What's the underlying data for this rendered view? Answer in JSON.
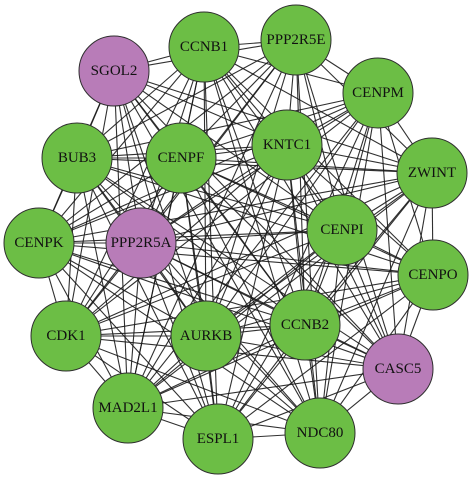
{
  "colors": {
    "default_node": "#6CBE45",
    "highlight_node": "#B87CB8",
    "edge": "#1a1a1a"
  },
  "nodes": [
    {
      "id": "SGOL2",
      "label": "SGOL2",
      "group": "highlight"
    },
    {
      "id": "CCNB1",
      "label": "CCNB1",
      "group": "default"
    },
    {
      "id": "PPP2R5E",
      "label": "PPP2R5E",
      "group": "default"
    },
    {
      "id": "CENPM",
      "label": "CENPM",
      "group": "default"
    },
    {
      "id": "BUB3",
      "label": "BUB3",
      "group": "default"
    },
    {
      "id": "CENPF",
      "label": "CENPF",
      "group": "default"
    },
    {
      "id": "KNTC1",
      "label": "KNTC1",
      "group": "default"
    },
    {
      "id": "ZWINT",
      "label": "ZWINT",
      "group": "default"
    },
    {
      "id": "CENPK",
      "label": "CENPK",
      "group": "default"
    },
    {
      "id": "PPP2R5A",
      "label": "PPP2R5A",
      "group": "highlight"
    },
    {
      "id": "CENPI",
      "label": "CENPI",
      "group": "default"
    },
    {
      "id": "CENPO",
      "label": "CENPO",
      "group": "default"
    },
    {
      "id": "CDK1",
      "label": "CDK1",
      "group": "default"
    },
    {
      "id": "AURKB",
      "label": "AURKB",
      "group": "default"
    },
    {
      "id": "CCNB2",
      "label": "CCNB2",
      "group": "default"
    },
    {
      "id": "CASC5",
      "label": "CASC5",
      "group": "highlight"
    },
    {
      "id": "MAD2L1",
      "label": "MAD2L1",
      "group": "default"
    },
    {
      "id": "ESPL1",
      "label": "ESPL1",
      "group": "default"
    },
    {
      "id": "NDC80",
      "label": "NDC80",
      "group": "default"
    }
  ],
  "edges": [
    [
      "SGOL2",
      "CCNB1"
    ],
    [
      "SGOL2",
      "PPP2R5E"
    ],
    [
      "SGOL2",
      "CENPF"
    ],
    [
      "SGOL2",
      "KNTC1"
    ],
    [
      "SGOL2",
      "BUB3"
    ],
    [
      "SGOL2",
      "CENPK"
    ],
    [
      "SGOL2",
      "PPP2R5A"
    ],
    [
      "SGOL2",
      "CDK1"
    ],
    [
      "SGOL2",
      "AURKB"
    ],
    [
      "SGOL2",
      "CCNB2"
    ],
    [
      "SGOL2",
      "MAD2L1"
    ],
    [
      "SGOL2",
      "ESPL1"
    ],
    [
      "SGOL2",
      "NDC80"
    ],
    [
      "SGOL2",
      "CENPI"
    ],
    [
      "SGOL2",
      "ZWINT"
    ],
    [
      "SGOL2",
      "CASC5"
    ],
    [
      "CCNB1",
      "PPP2R5E"
    ],
    [
      "CCNB1",
      "CENPM"
    ],
    [
      "CCNB1",
      "BUB3"
    ],
    [
      "CCNB1",
      "CENPF"
    ],
    [
      "CCNB1",
      "KNTC1"
    ],
    [
      "CCNB1",
      "ZWINT"
    ],
    [
      "CCNB1",
      "CENPK"
    ],
    [
      "CCNB1",
      "PPP2R5A"
    ],
    [
      "CCNB1",
      "CENPI"
    ],
    [
      "CCNB1",
      "CDK1"
    ],
    [
      "CCNB1",
      "AURKB"
    ],
    [
      "CCNB1",
      "CCNB2"
    ],
    [
      "CCNB1",
      "CASC5"
    ],
    [
      "CCNB1",
      "MAD2L1"
    ],
    [
      "CCNB1",
      "ESPL1"
    ],
    [
      "CCNB1",
      "NDC80"
    ],
    [
      "CCNB1",
      "CENPO"
    ],
    [
      "PPP2R5E",
      "CENPM"
    ],
    [
      "PPP2R5E",
      "BUB3"
    ],
    [
      "PPP2R5E",
      "CENPF"
    ],
    [
      "PPP2R5E",
      "KNTC1"
    ],
    [
      "PPP2R5E",
      "ZWINT"
    ],
    [
      "PPP2R5E",
      "PPP2R5A"
    ],
    [
      "PPP2R5E",
      "CENPI"
    ],
    [
      "PPP2R5E",
      "AURKB"
    ],
    [
      "PPP2R5E",
      "CCNB2"
    ],
    [
      "PPP2R5E",
      "CDK1"
    ],
    [
      "PPP2R5E",
      "MAD2L1"
    ],
    [
      "PPP2R5E",
      "CENPK"
    ],
    [
      "PPP2R5E",
      "CASC5"
    ],
    [
      "PPP2R5E",
      "NDC80"
    ],
    [
      "CENPM",
      "BUB3"
    ],
    [
      "CENPM",
      "CENPF"
    ],
    [
      "CENPM",
      "KNTC1"
    ],
    [
      "CENPM",
      "ZWINT"
    ],
    [
      "CENPM",
      "CENPK"
    ],
    [
      "CENPM",
      "PPP2R5A"
    ],
    [
      "CENPM",
      "CENPI"
    ],
    [
      "CENPM",
      "CENPO"
    ],
    [
      "CENPM",
      "CDK1"
    ],
    [
      "CENPM",
      "AURKB"
    ],
    [
      "CENPM",
      "CCNB2"
    ],
    [
      "CENPM",
      "CASC5"
    ],
    [
      "CENPM",
      "MAD2L1"
    ],
    [
      "CENPM",
      "ESPL1"
    ],
    [
      "CENPM",
      "NDC80"
    ],
    [
      "BUB3",
      "CENPF"
    ],
    [
      "BUB3",
      "KNTC1"
    ],
    [
      "BUB3",
      "ZWINT"
    ],
    [
      "BUB3",
      "CENPK"
    ],
    [
      "BUB3",
      "PPP2R5A"
    ],
    [
      "BUB3",
      "CENPI"
    ],
    [
      "BUB3",
      "CENPO"
    ],
    [
      "BUB3",
      "CDK1"
    ],
    [
      "BUB3",
      "AURKB"
    ],
    [
      "BUB3",
      "CCNB2"
    ],
    [
      "BUB3",
      "CASC5"
    ],
    [
      "BUB3",
      "MAD2L1"
    ],
    [
      "BUB3",
      "ESPL1"
    ],
    [
      "BUB3",
      "NDC80"
    ],
    [
      "CENPF",
      "KNTC1"
    ],
    [
      "CENPF",
      "ZWINT"
    ],
    [
      "CENPF",
      "CENPK"
    ],
    [
      "CENPF",
      "PPP2R5A"
    ],
    [
      "CENPF",
      "CENPI"
    ],
    [
      "CENPF",
      "CENPO"
    ],
    [
      "CENPF",
      "CDK1"
    ],
    [
      "CENPF",
      "AURKB"
    ],
    [
      "CENPF",
      "CCNB2"
    ],
    [
      "CENPF",
      "CASC5"
    ],
    [
      "CENPF",
      "MAD2L1"
    ],
    [
      "CENPF",
      "ESPL1"
    ],
    [
      "CENPF",
      "NDC80"
    ],
    [
      "KNTC1",
      "ZWINT"
    ],
    [
      "KNTC1",
      "CENPK"
    ],
    [
      "KNTC1",
      "PPP2R5A"
    ],
    [
      "KNTC1",
      "CENPI"
    ],
    [
      "KNTC1",
      "CENPO"
    ],
    [
      "KNTC1",
      "CDK1"
    ],
    [
      "KNTC1",
      "AURKB"
    ],
    [
      "KNTC1",
      "CCNB2"
    ],
    [
      "KNTC1",
      "CASC5"
    ],
    [
      "KNTC1",
      "MAD2L1"
    ],
    [
      "KNTC1",
      "ESPL1"
    ],
    [
      "KNTC1",
      "NDC80"
    ],
    [
      "ZWINT",
      "CENPK"
    ],
    [
      "ZWINT",
      "PPP2R5A"
    ],
    [
      "ZWINT",
      "CENPI"
    ],
    [
      "ZWINT",
      "CENPO"
    ],
    [
      "ZWINT",
      "CDK1"
    ],
    [
      "ZWINT",
      "AURKB"
    ],
    [
      "ZWINT",
      "CCNB2"
    ],
    [
      "ZWINT",
      "CASC5"
    ],
    [
      "ZWINT",
      "MAD2L1"
    ],
    [
      "ZWINT",
      "ESPL1"
    ],
    [
      "ZWINT",
      "NDC80"
    ],
    [
      "CENPK",
      "PPP2R5A"
    ],
    [
      "CENPK",
      "CENPI"
    ],
    [
      "CENPK",
      "CENPO"
    ],
    [
      "CENPK",
      "CDK1"
    ],
    [
      "CENPK",
      "AURKB"
    ],
    [
      "CENPK",
      "CCNB2"
    ],
    [
      "CENPK",
      "CASC5"
    ],
    [
      "CENPK",
      "MAD2L1"
    ],
    [
      "CENPK",
      "ESPL1"
    ],
    [
      "CENPK",
      "NDC80"
    ],
    [
      "PPP2R5A",
      "CENPI"
    ],
    [
      "PPP2R5A",
      "CENPO"
    ],
    [
      "PPP2R5A",
      "CDK1"
    ],
    [
      "PPP2R5A",
      "AURKB"
    ],
    [
      "PPP2R5A",
      "CCNB2"
    ],
    [
      "PPP2R5A",
      "CASC5"
    ],
    [
      "PPP2R5A",
      "MAD2L1"
    ],
    [
      "PPP2R5A",
      "ESPL1"
    ],
    [
      "PPP2R5A",
      "NDC80"
    ],
    [
      "CENPI",
      "CENPO"
    ],
    [
      "CENPI",
      "CDK1"
    ],
    [
      "CENPI",
      "AURKB"
    ],
    [
      "CENPI",
      "CCNB2"
    ],
    [
      "CENPI",
      "CASC5"
    ],
    [
      "CENPI",
      "MAD2L1"
    ],
    [
      "CENPI",
      "ESPL1"
    ],
    [
      "CENPI",
      "NDC80"
    ],
    [
      "CENPO",
      "CDK1"
    ],
    [
      "CENPO",
      "AURKB"
    ],
    [
      "CENPO",
      "CCNB2"
    ],
    [
      "CENPO",
      "CASC5"
    ],
    [
      "CENPO",
      "MAD2L1"
    ],
    [
      "CENPO",
      "ESPL1"
    ],
    [
      "CENPO",
      "NDC80"
    ],
    [
      "CDK1",
      "AURKB"
    ],
    [
      "CDK1",
      "CCNB2"
    ],
    [
      "CDK1",
      "CASC5"
    ],
    [
      "CDK1",
      "MAD2L1"
    ],
    [
      "CDK1",
      "ESPL1"
    ],
    [
      "CDK1",
      "NDC80"
    ],
    [
      "AURKB",
      "CCNB2"
    ],
    [
      "AURKB",
      "CASC5"
    ],
    [
      "AURKB",
      "MAD2L1"
    ],
    [
      "AURKB",
      "ESPL1"
    ],
    [
      "AURKB",
      "NDC80"
    ],
    [
      "CCNB2",
      "CASC5"
    ],
    [
      "CCNB2",
      "MAD2L1"
    ],
    [
      "CCNB2",
      "ESPL1"
    ],
    [
      "CCNB2",
      "NDC80"
    ],
    [
      "CASC5",
      "MAD2L1"
    ],
    [
      "CASC5",
      "ESPL1"
    ],
    [
      "CASC5",
      "NDC80"
    ],
    [
      "MAD2L1",
      "ESPL1"
    ],
    [
      "MAD2L1",
      "NDC80"
    ],
    [
      "ESPL1",
      "NDC80"
    ]
  ]
}
